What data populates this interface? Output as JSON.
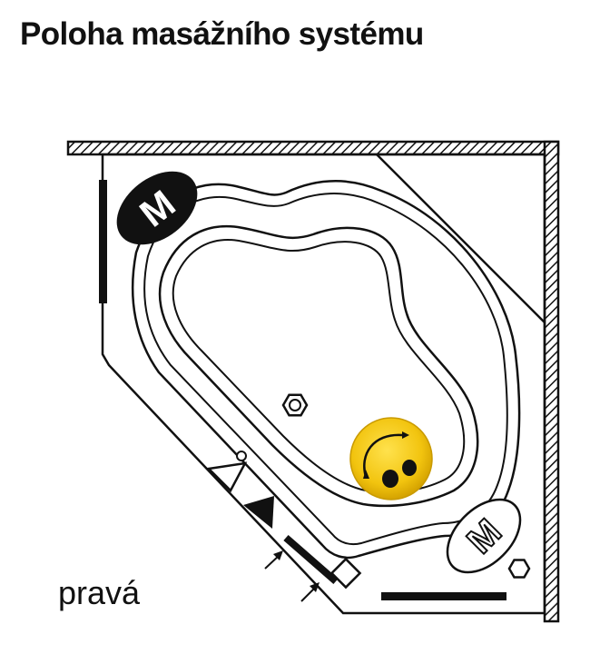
{
  "title": "Poloha masážního systému",
  "orientation_label": "pravá",
  "pillow_letters": {
    "top_left": "M",
    "bottom_right": "M"
  },
  "icons": {
    "control_panel": "yellow-smiley-control-icon",
    "drain": "drain-icon",
    "jet_small": "hexagon-jet-icon",
    "pillow": "pillow-icon",
    "arrows": "service-arrow-icon"
  },
  "colors": {
    "ink": "#111111",
    "control_yellow": "#f2c40f",
    "control_yellow_dark": "#c99a00"
  }
}
